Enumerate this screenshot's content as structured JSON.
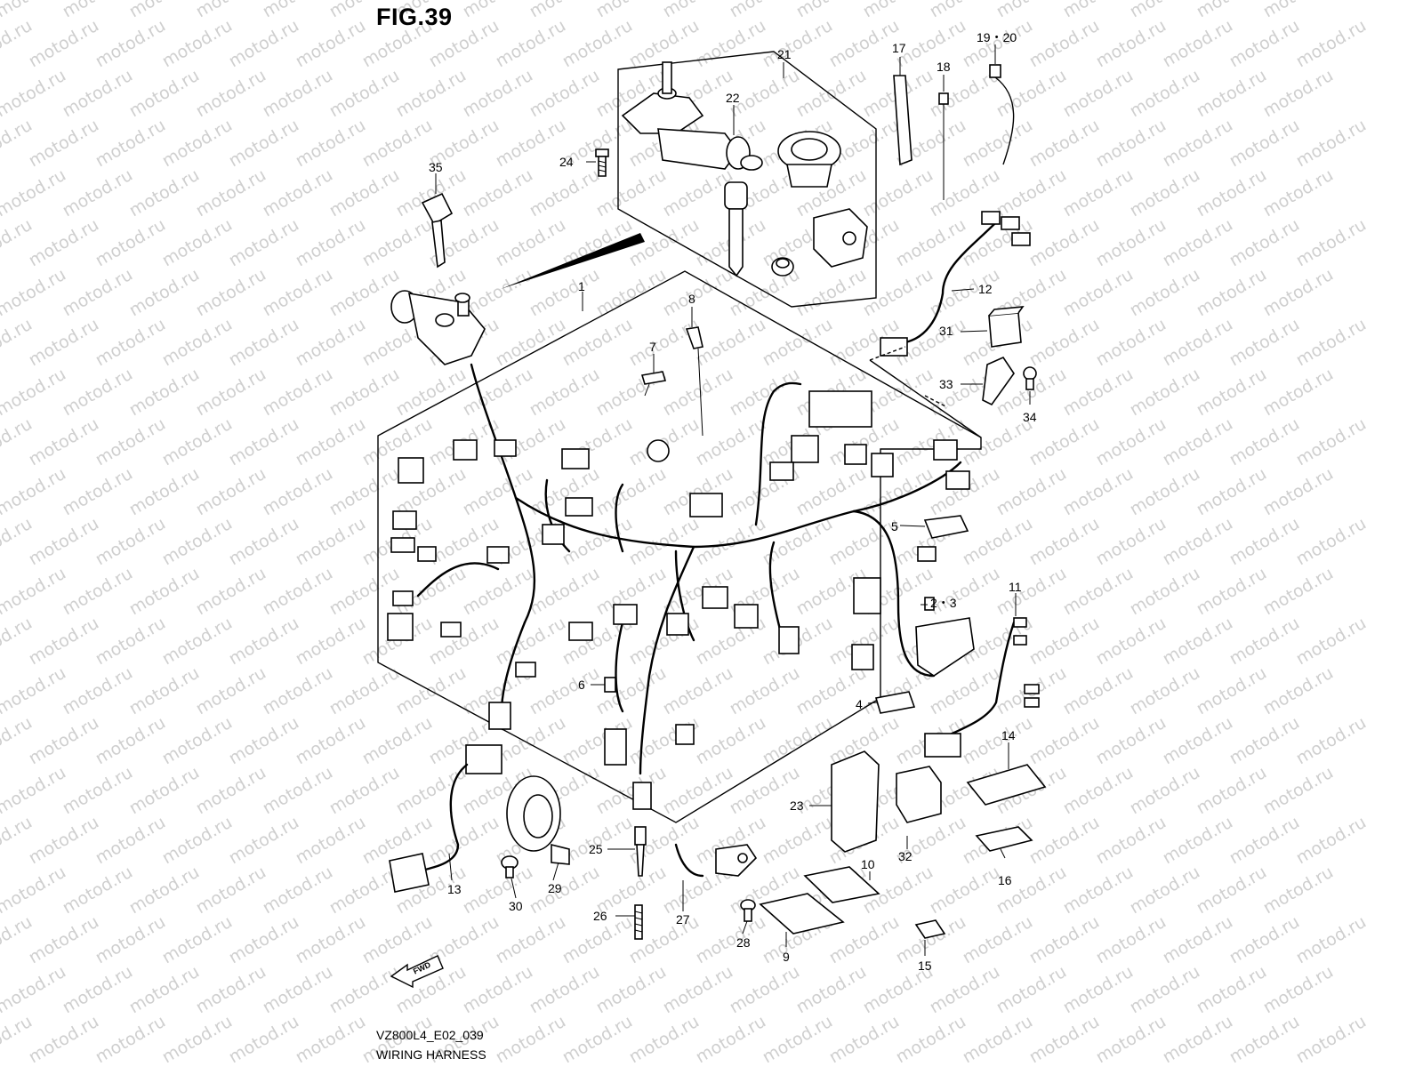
{
  "figure": {
    "title": "FIG.39",
    "code": "VZ800L4_E02_039",
    "name": "WIRING HARNESS",
    "fwd_label": "FWD"
  },
  "watermark": "motod.ru",
  "callouts": [
    {
      "id": "c1",
      "label": "1"
    },
    {
      "id": "c2-3",
      "label": "2・3"
    },
    {
      "id": "c4",
      "label": "4"
    },
    {
      "id": "c5",
      "label": "5"
    },
    {
      "id": "c6",
      "label": "6"
    },
    {
      "id": "c7",
      "label": "7"
    },
    {
      "id": "c8",
      "label": "8"
    },
    {
      "id": "c9",
      "label": "9"
    },
    {
      "id": "c10",
      "label": "10"
    },
    {
      "id": "c11",
      "label": "11"
    },
    {
      "id": "c12",
      "label": "12"
    },
    {
      "id": "c13",
      "label": "13"
    },
    {
      "id": "c14",
      "label": "14"
    },
    {
      "id": "c15",
      "label": "15"
    },
    {
      "id": "c16",
      "label": "16"
    },
    {
      "id": "c17",
      "label": "17"
    },
    {
      "id": "c18",
      "label": "18"
    },
    {
      "id": "c19-20",
      "label": "19・20"
    },
    {
      "id": "c21",
      "label": "21"
    },
    {
      "id": "c22",
      "label": "22"
    },
    {
      "id": "c23",
      "label": "23"
    },
    {
      "id": "c24",
      "label": "24"
    },
    {
      "id": "c25",
      "label": "25"
    },
    {
      "id": "c26",
      "label": "26"
    },
    {
      "id": "c27",
      "label": "27"
    },
    {
      "id": "c28",
      "label": "28"
    },
    {
      "id": "c29",
      "label": "29"
    },
    {
      "id": "c30",
      "label": "30"
    },
    {
      "id": "c31",
      "label": "31"
    },
    {
      "id": "c32",
      "label": "32"
    },
    {
      "id": "c33",
      "label": "33"
    },
    {
      "id": "c34",
      "label": "34"
    },
    {
      "id": "c35",
      "label": "35"
    }
  ]
}
